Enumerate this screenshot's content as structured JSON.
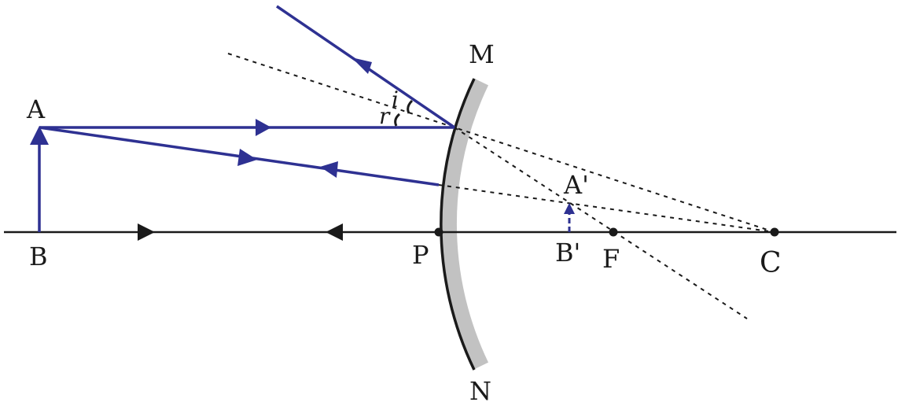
{
  "colors": {
    "ray": "#2e3192",
    "axis": "#1a1a1a",
    "mirror_back": "#c2c2c2",
    "dotted": "#1a1a1a"
  },
  "labels": {
    "M": "M",
    "N": "N",
    "A": "A",
    "B": "B",
    "P": "P",
    "A_image": "A'",
    "B_image": "B'",
    "F": "F",
    "C": "C",
    "angle_i": "i",
    "angle_r": "r"
  }
}
